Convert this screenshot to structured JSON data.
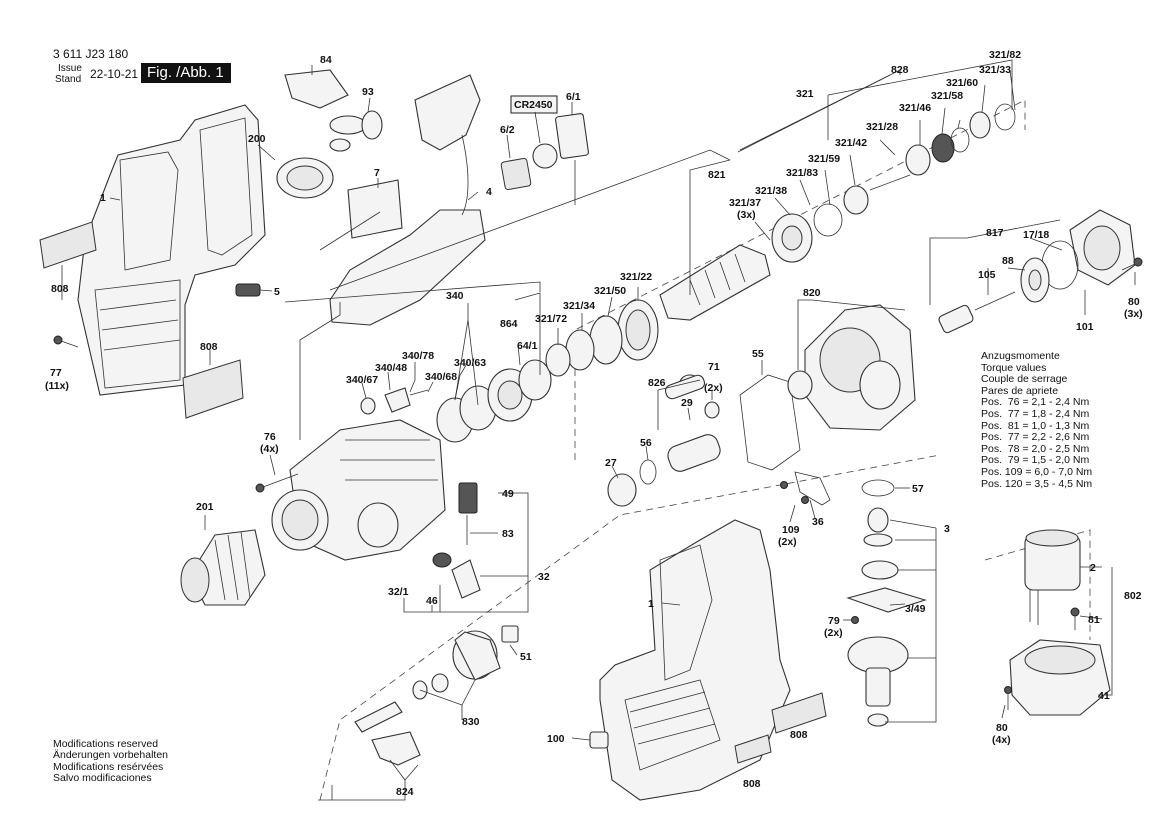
{
  "header": {
    "doc_number": "3 611 J23 180",
    "issue_label": "Issue",
    "stand_label": "Stand",
    "issue_date": "22-10-21",
    "figure_label": "Fig. /Abb. 1"
  },
  "torque_table": {
    "titles": [
      "Anzugsmomente",
      "Torque values",
      "Couple de serrage",
      "Pares de apriete"
    ],
    "rows": [
      "Pos.  76 = 2,1 - 2,4 Nm",
      "Pos.  77 = 1,8 - 2,4 Nm",
      "Pos.  81 = 1,0 - 1,3 Nm",
      "Pos.  77 = 2,2 - 2,6 Nm",
      "Pos.  78 = 2,0 - 2,5 Nm",
      "Pos.  79 = 1,5 - 2,0 Nm",
      "Pos. 109 = 6,0 - 7,0 Nm",
      "Pos. 120 = 3,5 - 4,5 Nm"
    ]
  },
  "modifications": [
    "Modifications reserved",
    "Änderungen vorbehalten",
    "Modifications resérvées",
    "Salvo modificaciones"
  ],
  "battery_label": "CR2450",
  "part_labels": {
    "p84": "84",
    "p93": "93",
    "p200": "200",
    "p7": "7",
    "p4": "4",
    "p6_1": "6/1",
    "p6_2": "6/2",
    "p1a": "1",
    "p5": "5",
    "p808a": "808",
    "p808b": "808",
    "p77": "77",
    "p77q": "(11x)",
    "p340": "340",
    "p864": "864",
    "p340_78": "340/78",
    "p340_48": "340/48",
    "p340_67": "340/67",
    "p340_68": "340/68",
    "p340_63": "340/63",
    "p64_1": "64/1",
    "p76": "76",
    "p76q": "(4x)",
    "p201": "201",
    "p49": "49",
    "p83": "83",
    "p32": "32",
    "p32_1": "32/1",
    "p46": "46",
    "p51": "51",
    "p830": "830",
    "p824": "824",
    "p321": "321",
    "p828": "828",
    "p321_82": "321/82",
    "p321_33": "321/33",
    "p321_60": "321/60",
    "p321_58": "321/58",
    "p321_46": "321/46",
    "p321_28": "321/28",
    "p321_42": "321/42",
    "p321_59": "321/59",
    "p821": "821",
    "p321_83": "321/83",
    "p321_38": "321/38",
    "p321_37": "321/37",
    "p321_37q": "(3x)",
    "p321_22": "321/22",
    "p321_50": "321/50",
    "p321_34": "321/34",
    "p321_72": "321/72",
    "p817": "817",
    "p17_18": "17/18",
    "p105": "105",
    "p88": "88",
    "p80a": "80",
    "p80aq": "(3x)",
    "p101": "101",
    "p820": "820",
    "p55": "55",
    "p826": "826",
    "p71": "71",
    "p71q": "(2x)",
    "p29": "29",
    "p56": "56",
    "p27": "27",
    "p57": "57",
    "p109": "109",
    "p109q": "(2x)",
    "p36": "36",
    "p3": "3",
    "p3_49": "3/49",
    "p79": "79",
    "p79q": "(2x)",
    "p1b": "1",
    "p100": "100",
    "p808c": "808",
    "p808d": "808",
    "p2": "2",
    "p802": "802",
    "p81": "81",
    "p41": "41",
    "p80b": "80",
    "p80bq": "(4x)"
  }
}
